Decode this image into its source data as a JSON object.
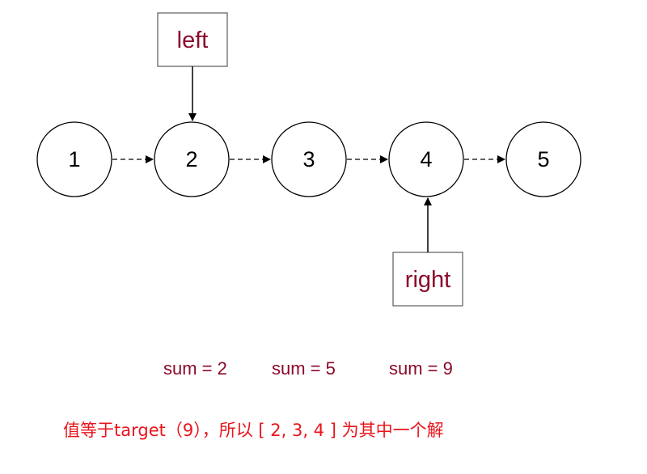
{
  "nodes": [
    "1",
    "2",
    "3",
    "4",
    "5"
  ],
  "pointers": {
    "left": {
      "label": "left",
      "target_index": 1
    },
    "right": {
      "label": "right",
      "target_index": 3
    }
  },
  "sums": [
    "sum = 2",
    "sum = 5",
    "sum = 9"
  ],
  "conclusion": "值等于target（9），所以 [ 2, 3, 4 ] 为其中一个解",
  "colors": {
    "pointer_text": "#8b0a2a",
    "sum_text": "#8b0a2a",
    "conclusion_text": "#e8141c"
  }
}
